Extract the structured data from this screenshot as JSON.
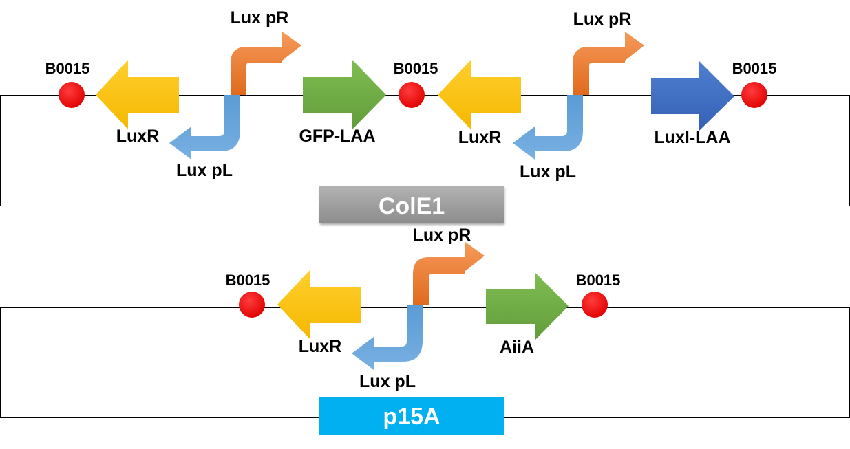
{
  "plasmids": [
    {
      "origin": {
        "label": "ColE1",
        "color": "#999999"
      },
      "terminators": [
        "B0015",
        "B0015",
        "B0015"
      ],
      "genes": [
        "LuxR",
        "GFP-LAA",
        "LuxR",
        "LuxI-LAA"
      ],
      "promoters_right": [
        "Lux pR",
        "Lux pR"
      ],
      "promoters_left": [
        "Lux pL",
        "Lux pL"
      ]
    },
    {
      "origin": {
        "label": "p15A",
        "color": "#00b0f0"
      },
      "terminators": [
        "B0015",
        "B0015"
      ],
      "genes": [
        "LuxR",
        "AiiA"
      ],
      "promoters_right": [
        "Lux pR"
      ],
      "promoters_left": [
        "Lux pL"
      ]
    }
  ],
  "colors": {
    "luxr": "#ffc000",
    "gfp": "#70ad47",
    "aiia": "#70ad47",
    "luxi": "#4472c4",
    "promoter_right": "#ed7d31",
    "promoter_left": "#5b9bd5",
    "terminator": "#ff0000",
    "backbone": "#000000"
  },
  "icons": {
    "terminator": "red-circle-terminator-icon",
    "gene": "block-arrow-icon",
    "promoter": "bent-arrow-promoter-icon"
  }
}
